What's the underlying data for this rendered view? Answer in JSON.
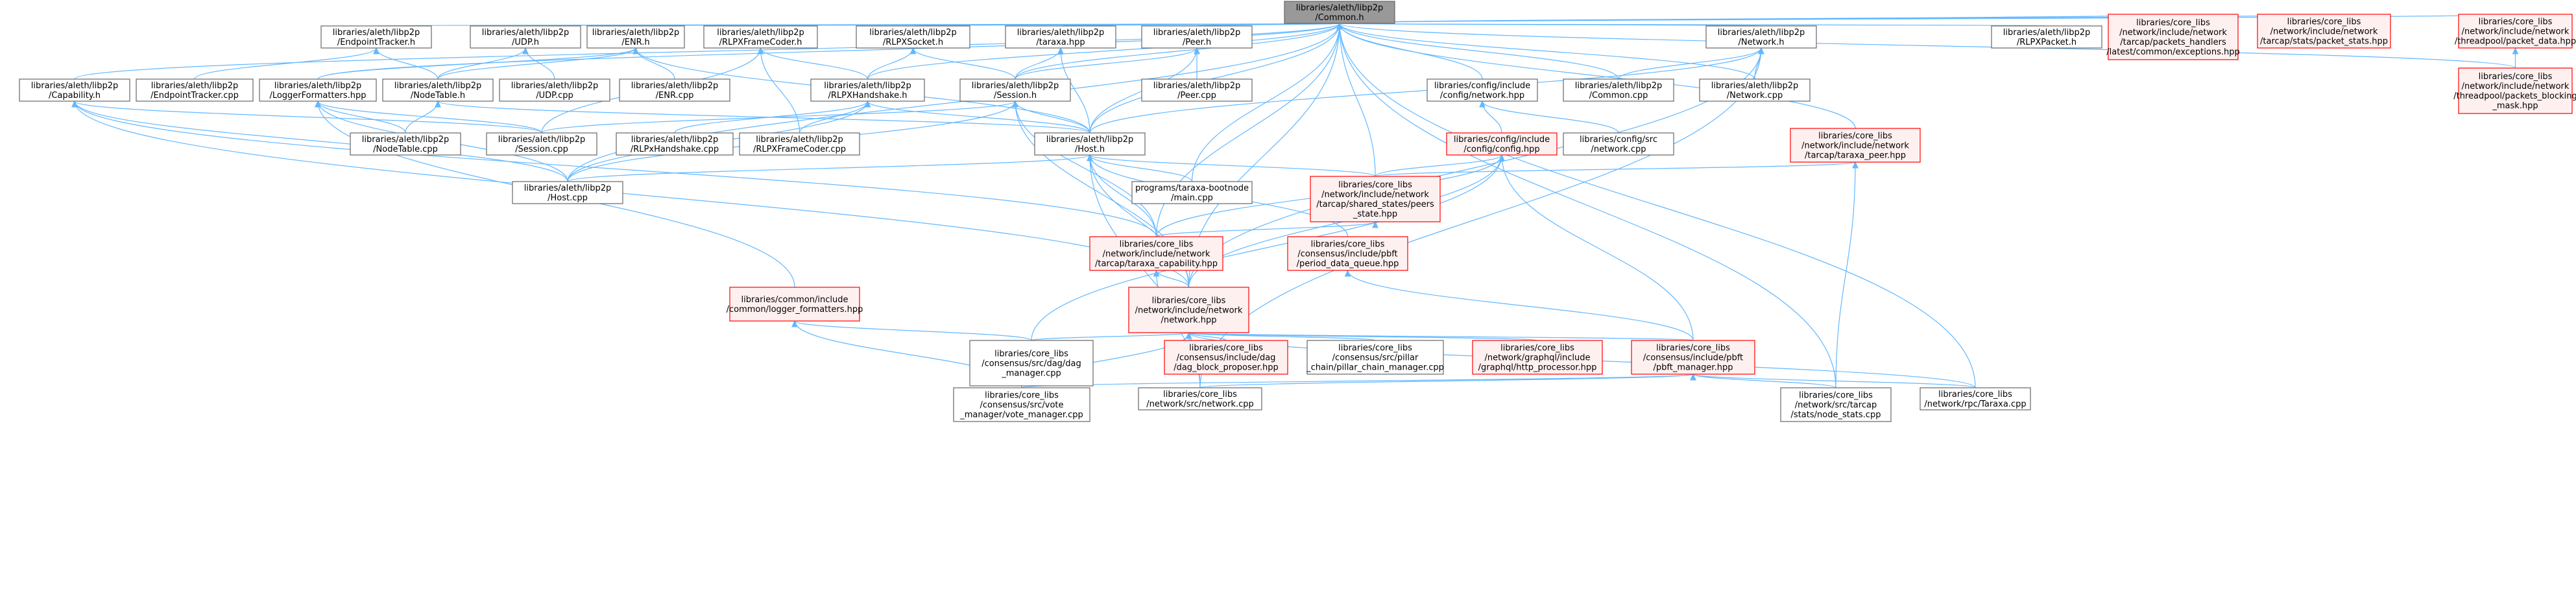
{
  "colors": {
    "root_fill": "#999999",
    "root_stroke": "#666666",
    "normal_fill": "#ffffff",
    "normal_stroke": "#666666",
    "red_fill": "#fff0f0",
    "red_stroke": "#ff0000",
    "edge": "#63b8ff"
  },
  "nodes": [
    {
      "id": "root",
      "kind": "root",
      "lines": [
        "libraries/aleth/libp2p",
        "/Common.h"
      ]
    },
    {
      "id": "endpointtracker_h",
      "kind": "normal",
      "lines": [
        "libraries/aleth/libp2p",
        "/EndpointTracker.h"
      ]
    },
    {
      "id": "udp_h",
      "kind": "normal",
      "lines": [
        "libraries/aleth/libp2p",
        "/UDP.h"
      ]
    },
    {
      "id": "enr_h",
      "kind": "normal",
      "lines": [
        "libraries/aleth/libp2p",
        "/ENR.h"
      ]
    },
    {
      "id": "rlpxframecoder_h",
      "kind": "normal",
      "lines": [
        "libraries/aleth/libp2p",
        "/RLPXFrameCoder.h"
      ]
    },
    {
      "id": "rlpxsocket_h",
      "kind": "normal",
      "lines": [
        "libraries/aleth/libp2p",
        "/RLPXSocket.h"
      ]
    },
    {
      "id": "taraxa_hpp",
      "kind": "normal",
      "lines": [
        "libraries/aleth/libp2p",
        "/taraxa.hpp"
      ]
    },
    {
      "id": "peer_h",
      "kind": "normal",
      "lines": [
        "libraries/aleth/libp2p",
        "/Peer.h"
      ]
    },
    {
      "id": "network_h",
      "kind": "normal",
      "lines": [
        "libraries/aleth/libp2p",
        "/Network.h"
      ]
    },
    {
      "id": "rlpxpacket_h",
      "kind": "normal",
      "lines": [
        "libraries/aleth/libp2p",
        "/RLPXPacket.h"
      ]
    },
    {
      "id": "exceptions_hpp",
      "kind": "red",
      "lines": [
        "libraries/core_libs",
        "/network/include/network",
        "/tarcap/packets_handlers",
        "/latest/common/exceptions.hpp"
      ]
    },
    {
      "id": "packet_stats_hpp",
      "kind": "red",
      "lines": [
        "libraries/core_libs",
        "/network/include/network",
        "/tarcap/stats/packet_stats.hpp"
      ]
    },
    {
      "id": "packet_data_hpp",
      "kind": "red",
      "lines": [
        "libraries/core_libs",
        "/network/include/network",
        "/threadpool/packet_data.hpp"
      ]
    },
    {
      "id": "capability_h",
      "kind": "normal",
      "lines": [
        "libraries/aleth/libp2p",
        "/Capability.h"
      ]
    },
    {
      "id": "endpointtracker_cpp",
      "kind": "normal",
      "lines": [
        "libraries/aleth/libp2p",
        "/EndpointTracker.cpp"
      ]
    },
    {
      "id": "loggerformatters_hpp",
      "kind": "normal",
      "lines": [
        "libraries/aleth/libp2p",
        "/LoggerFormatters.hpp"
      ]
    },
    {
      "id": "nodetable_h",
      "kind": "normal",
      "lines": [
        "libraries/aleth/libp2p",
        "/NodeTable.h"
      ]
    },
    {
      "id": "udp_cpp",
      "kind": "normal",
      "lines": [
        "libraries/aleth/libp2p",
        "/UDP.cpp"
      ]
    },
    {
      "id": "enr_cpp",
      "kind": "normal",
      "lines": [
        "libraries/aleth/libp2p",
        "/ENR.cpp"
      ]
    },
    {
      "id": "rlpxhandshake_h",
      "kind": "normal",
      "lines": [
        "libraries/aleth/libp2p",
        "/RLPXHandshake.h"
      ]
    },
    {
      "id": "session_h",
      "kind": "normal",
      "lines": [
        "libraries/aleth/libp2p",
        "/Session.h"
      ]
    },
    {
      "id": "peer_cpp",
      "kind": "normal",
      "lines": [
        "libraries/aleth/libp2p",
        "/Peer.cpp"
      ]
    },
    {
      "id": "config_network_hpp",
      "kind": "normal",
      "lines": [
        "libraries/config/include",
        "/config/network.hpp"
      ]
    },
    {
      "id": "common_cpp",
      "kind": "normal",
      "lines": [
        "libraries/aleth/libp2p",
        "/Common.cpp"
      ]
    },
    {
      "id": "network_cpp_aleth",
      "kind": "normal",
      "lines": [
        "libraries/aleth/libp2p",
        "/Network.cpp"
      ]
    },
    {
      "id": "packets_blocking_mask_hpp",
      "kind": "red",
      "lines": [
        "libraries/core_libs",
        "/network/include/network",
        "/threadpool/packets_blocking",
        "_mask.hpp"
      ]
    },
    {
      "id": "nodetable_cpp",
      "kind": "normal",
      "lines": [
        "libraries/aleth/libp2p",
        "/NodeTable.cpp"
      ]
    },
    {
      "id": "session_cpp",
      "kind": "normal",
      "lines": [
        "libraries/aleth/libp2p",
        "/Session.cpp"
      ]
    },
    {
      "id": "rlpxhandshake_cpp",
      "kind": "normal",
      "lines": [
        "libraries/aleth/libp2p",
        "/RLPxHandshake.cpp"
      ]
    },
    {
      "id": "rlpxframecoder_cpp",
      "kind": "normal",
      "lines": [
        "libraries/aleth/libp2p",
        "/RLPXFrameCoder.cpp"
      ]
    },
    {
      "id": "host_h",
      "kind": "normal",
      "lines": [
        "libraries/aleth/libp2p",
        "/Host.h"
      ]
    },
    {
      "id": "config_hpp",
      "kind": "red",
      "lines": [
        "libraries/config/include",
        "/config/config.hpp"
      ]
    },
    {
      "id": "config_network_cpp",
      "kind": "normal",
      "lines": [
        "libraries/config/src",
        "/network.cpp"
      ]
    },
    {
      "id": "taraxa_peer_hpp",
      "kind": "red",
      "lines": [
        "libraries/core_libs",
        "/network/include/network",
        "/tarcap/taraxa_peer.hpp"
      ]
    },
    {
      "id": "host_cpp",
      "kind": "normal",
      "lines": [
        "libraries/aleth/libp2p",
        "/Host.cpp"
      ]
    },
    {
      "id": "bootnode_main_cpp",
      "kind": "normal",
      "lines": [
        "programs/taraxa-bootnode",
        "/main.cpp"
      ]
    },
    {
      "id": "peers_state_hpp",
      "kind": "red",
      "lines": [
        "libraries/core_libs",
        "/network/include/network",
        "/tarcap/shared_states/peers",
        "_state.hpp"
      ]
    },
    {
      "id": "taraxa_capability_hpp",
      "kind": "red",
      "lines": [
        "libraries/core_libs",
        "/network/include/network",
        "/tarcap/taraxa_capability.hpp"
      ]
    },
    {
      "id": "period_data_queue_hpp",
      "kind": "red",
      "lines": [
        "libraries/core_libs",
        "/consensus/include/pbft",
        "/period_data_queue.hpp"
      ]
    },
    {
      "id": "logger_formatters_hpp",
      "kind": "red",
      "lines": [
        "libraries/common/include",
        "/common/logger_formatters.hpp"
      ]
    },
    {
      "id": "network_hpp",
      "kind": "red",
      "lines": [
        "libraries/core_libs",
        "/network/include/network",
        "/network.hpp"
      ]
    },
    {
      "id": "dag_manager_cpp",
      "kind": "normal",
      "lines": [
        "libraries/core_libs",
        "/consensus/src/dag/dag",
        "_manager.cpp"
      ]
    },
    {
      "id": "dag_block_proposer_hpp",
      "kind": "red",
      "lines": [
        "libraries/core_libs",
        "/consensus/include/dag",
        "/dag_block_proposer.hpp"
      ]
    },
    {
      "id": "pillar_chain_manager_cpp",
      "kind": "normal",
      "lines": [
        "libraries/core_libs",
        "/consensus/src/pillar",
        "_chain/pillar_chain_manager.cpp"
      ]
    },
    {
      "id": "http_processor_hpp",
      "kind": "red",
      "lines": [
        "libraries/core_libs",
        "/network/graphql/include",
        "/graphql/http_processor.hpp"
      ]
    },
    {
      "id": "pbft_manager_hpp",
      "kind": "red",
      "lines": [
        "libraries/core_libs",
        "/consensus/include/pbft",
        "/pbft_manager.hpp"
      ]
    },
    {
      "id": "vote_manager_cpp",
      "kind": "normal",
      "lines": [
        "libraries/core_libs",
        "/consensus/src/vote",
        "_manager/vote_manager.cpp"
      ]
    },
    {
      "id": "network_src_network_cpp",
      "kind": "normal",
      "lines": [
        "libraries/core_libs",
        "/network/src/network.cpp"
      ]
    },
    {
      "id": "node_stats_cpp",
      "kind": "normal",
      "lines": [
        "libraries/core_libs",
        "/network/src/tarcap",
        "/stats/node_stats.cpp"
      ]
    },
    {
      "id": "taraxa_rpc_cpp",
      "kind": "normal",
      "lines": [
        "libraries/core_libs",
        "/network/rpc/Taraxa.cpp"
      ]
    }
  ],
  "edges": [
    [
      "endpointtracker_h",
      "root"
    ],
    [
      "udp_h",
      "root"
    ],
    [
      "enr_h",
      "root"
    ],
    [
      "rlpxframecoder_h",
      "root"
    ],
    [
      "rlpxsocket_h",
      "root"
    ],
    [
      "taraxa_hpp",
      "root"
    ],
    [
      "peer_h",
      "root"
    ],
    [
      "network_h",
      "root"
    ],
    [
      "rlpxpacket_h",
      "root"
    ],
    [
      "exceptions_hpp",
      "root"
    ],
    [
      "packet_stats_hpp",
      "root"
    ],
    [
      "packet_data_hpp",
      "root"
    ],
    [
      "capability_h",
      "root"
    ],
    [
      "loggerformatters_hpp",
      "root"
    ],
    [
      "host_h",
      "root"
    ],
    [
      "host_cpp",
      "root"
    ],
    [
      "session_h",
      "root"
    ],
    [
      "rlpxhandshake_h",
      "root"
    ],
    [
      "config_network_hpp",
      "root"
    ],
    [
      "common_cpp",
      "root"
    ],
    [
      "network_cpp_aleth",
      "root"
    ],
    [
      "bootnode_main_cpp",
      "root"
    ],
    [
      "peers_state_hpp",
      "root"
    ],
    [
      "taraxa_capability_hpp",
      "root"
    ],
    [
      "network_hpp",
      "root"
    ],
    [
      "taraxa_peer_hpp",
      "root"
    ],
    [
      "packets_blocking_mask_hpp",
      "root"
    ],
    [
      "node_stats_cpp",
      "root"
    ],
    [
      "taraxa_rpc_cpp",
      "root"
    ],
    [
      "endpointtracker_cpp",
      "endpointtracker_h"
    ],
    [
      "nodetable_h",
      "endpointtracker_h"
    ],
    [
      "udp_cpp",
      "udp_h"
    ],
    [
      "nodetable_h",
      "udp_h"
    ],
    [
      "loggerformatters_hpp",
      "enr_h"
    ],
    [
      "nodetable_h",
      "enr_h"
    ],
    [
      "enr_cpp",
      "enr_h"
    ],
    [
      "host_h",
      "enr_h"
    ],
    [
      "rlpxframecoder_cpp",
      "rlpxframecoder_h"
    ],
    [
      "rlpxhandshake_h",
      "rlpxframecoder_h"
    ],
    [
      "session_cpp",
      "rlpxframecoder_h"
    ],
    [
      "rlpxhandshake_h",
      "rlpxsocket_h"
    ],
    [
      "session_h",
      "rlpxsocket_h"
    ],
    [
      "session_h",
      "taraxa_hpp"
    ],
    [
      "host_h",
      "taraxa_hpp"
    ],
    [
      "peer_cpp",
      "peer_h"
    ],
    [
      "session_h",
      "peer_h"
    ],
    [
      "host_h",
      "peer_h"
    ],
    [
      "common_cpp",
      "network_h"
    ],
    [
      "network_cpp_aleth",
      "network_h"
    ],
    [
      "host_h",
      "network_h"
    ],
    [
      "network_hpp",
      "network_h"
    ],
    [
      "network_src_network_cpp",
      "network_h"
    ],
    [
      "packets_blocking_mask_hpp",
      "packet_data_hpp"
    ],
    [
      "session_cpp",
      "capability_h"
    ],
    [
      "host_cpp",
      "capability_h"
    ],
    [
      "taraxa_capability_hpp",
      "capability_h"
    ],
    [
      "network_hpp",
      "capability_h"
    ],
    [
      "nodetable_cpp",
      "loggerformatters_hpp"
    ],
    [
      "session_cpp",
      "loggerformatters_hpp"
    ],
    [
      "host_cpp",
      "loggerformatters_hpp"
    ],
    [
      "logger_formatters_hpp",
      "loggerformatters_hpp"
    ],
    [
      "nodetable_cpp",
      "nodetable_h"
    ],
    [
      "host_h",
      "nodetable_h"
    ],
    [
      "rlpxhandshake_cpp",
      "rlpxhandshake_h"
    ],
    [
      "rlpxframecoder_cpp",
      "rlpxhandshake_h"
    ],
    [
      "host_h",
      "rlpxhandshake_h"
    ],
    [
      "host_cpp",
      "rlpxhandshake_h"
    ],
    [
      "session_cpp",
      "session_h"
    ],
    [
      "host_h",
      "session_h"
    ],
    [
      "host_cpp",
      "session_h"
    ],
    [
      "taraxa_capability_hpp",
      "session_h"
    ],
    [
      "network_hpp",
      "session_h"
    ],
    [
      "config_hpp",
      "config_network_hpp"
    ],
    [
      "config_network_cpp",
      "config_network_hpp"
    ],
    [
      "host_cpp",
      "host_h"
    ],
    [
      "bootnode_main_cpp",
      "host_h"
    ],
    [
      "peers_state_hpp",
      "host_h"
    ],
    [
      "taraxa_capability_hpp",
      "host_h"
    ],
    [
      "network_hpp",
      "host_h"
    ],
    [
      "period_data_queue_hpp",
      "host_h"
    ],
    [
      "network_src_network_cpp",
      "host_h"
    ],
    [
      "peers_state_hpp",
      "config_hpp"
    ],
    [
      "taraxa_capability_hpp",
      "config_hpp"
    ],
    [
      "network_hpp",
      "config_hpp"
    ],
    [
      "pbft_manager_hpp",
      "config_hpp"
    ],
    [
      "dag_manager_cpp",
      "config_hpp"
    ],
    [
      "peers_state_hpp",
      "taraxa_peer_hpp"
    ],
    [
      "node_stats_cpp",
      "taraxa_peer_hpp"
    ],
    [
      "taraxa_capability_hpp",
      "peers_state_hpp"
    ],
    [
      "network_hpp",
      "taraxa_capability_hpp"
    ],
    [
      "network_src_network_cpp",
      "taraxa_capability_hpp"
    ],
    [
      "pbft_manager_hpp",
      "period_data_queue_hpp"
    ],
    [
      "dag_manager_cpp",
      "logger_formatters_hpp"
    ],
    [
      "vote_manager_cpp",
      "logger_formatters_hpp"
    ],
    [
      "dag_manager_cpp",
      "network_hpp"
    ],
    [
      "dag_block_proposer_hpp",
      "network_hpp"
    ],
    [
      "pillar_chain_manager_cpp",
      "network_hpp"
    ],
    [
      "http_processor_hpp",
      "network_hpp"
    ],
    [
      "pbft_manager_hpp",
      "network_hpp"
    ],
    [
      "vote_manager_cpp",
      "network_hpp"
    ],
    [
      "network_src_network_cpp",
      "network_hpp"
    ],
    [
      "taraxa_rpc_cpp",
      "network_hpp"
    ],
    [
      "vote_manager_cpp",
      "pbft_manager_hpp"
    ],
    [
      "network_src_network_cpp",
      "pbft_manager_hpp"
    ],
    [
      "node_stats_cpp",
      "pbft_manager_hpp"
    ],
    [
      "taraxa_rpc_cpp",
      "pbft_manager_hpp"
    ]
  ]
}
